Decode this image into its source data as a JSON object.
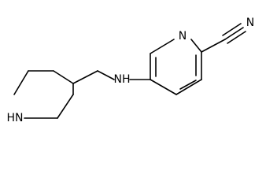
{
  "molecule": {
    "atoms": {
      "pyridine_n": "N",
      "nitrile_n": "N",
      "amine_nh": "NH",
      "piperidine_hn": "HN"
    }
  }
}
